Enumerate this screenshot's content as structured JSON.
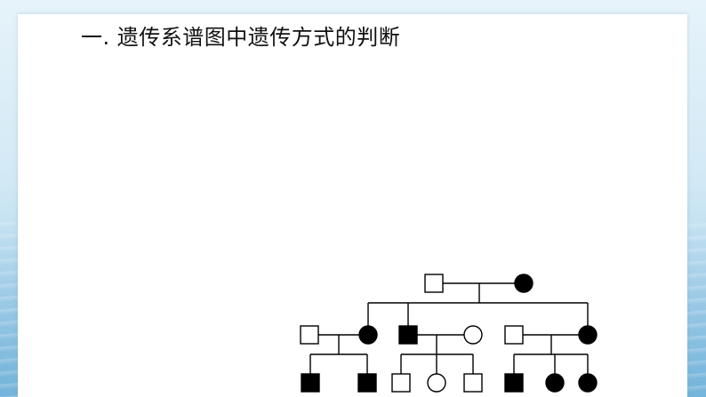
{
  "slide": {
    "title": "一. 遗传系谱图中遗传方式的判断"
  },
  "pedigree": {
    "generation_1": [
      {
        "id": "I-1",
        "sex": "male",
        "affected": false
      },
      {
        "id": "I-2",
        "sex": "female",
        "affected": true
      }
    ],
    "generation_2": [
      {
        "id": "II-1",
        "sex": "male",
        "affected": false
      },
      {
        "id": "II-2",
        "sex": "female",
        "affected": true
      },
      {
        "id": "II-3",
        "sex": "male",
        "affected": true
      },
      {
        "id": "II-4",
        "sex": "female",
        "affected": false
      },
      {
        "id": "II-5",
        "sex": "male",
        "affected": false
      },
      {
        "id": "II-6",
        "sex": "female",
        "affected": true
      }
    ],
    "generation_3": [
      {
        "id": "III-1",
        "sex": "male",
        "affected": true
      },
      {
        "id": "III-2",
        "sex": "male",
        "affected": true
      },
      {
        "id": "III-3",
        "sex": "male",
        "affected": false
      },
      {
        "id": "III-4",
        "sex": "female",
        "affected": false
      },
      {
        "id": "III-5",
        "sex": "male",
        "affected": false
      },
      {
        "id": "III-6",
        "sex": "male",
        "affected": true
      },
      {
        "id": "III-7",
        "sex": "female",
        "affected": true
      },
      {
        "id": "III-8",
        "sex": "female",
        "affected": true
      }
    ]
  }
}
